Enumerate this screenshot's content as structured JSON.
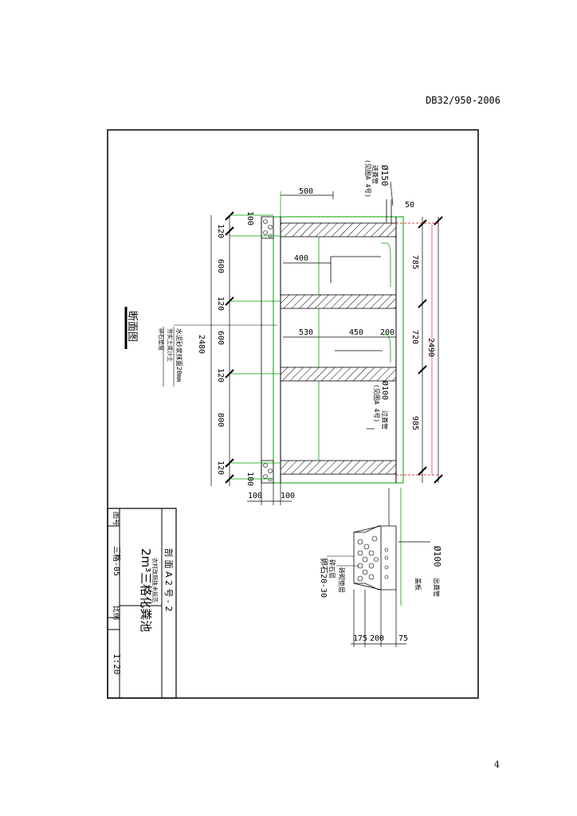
{
  "header": {
    "standard_code": "DB32/950-2006"
  },
  "footer": {
    "page_number": "4"
  },
  "drawing": {
    "section_title": "断面图",
    "title_block": {
      "sheet_no_label": "图号",
      "sheet_no": "三格-05",
      "scale_label": "比例",
      "scale": "1:20",
      "drawing_name": "2m³三格化粪池",
      "subtitle": "剖 面 A 2 号 - 2",
      "organization": "农村改厕技术规范"
    },
    "layer_notes": [
      "水泥砂浆抹面20mm",
      "夯实土或沙土",
      "碎石垫层"
    ],
    "dimensions": {
      "top_offset": "500",
      "chamber1_pipe": "400",
      "chamber2_width": "530",
      "inner_width": "450",
      "baffle": "200",
      "top_gap": "50",
      "wall_top": "120",
      "chamber_a": "600",
      "wall_mid1": "120",
      "chamber_b": "600",
      "wall_mid2": "120",
      "chamber_c": "800",
      "wall_bottom": "120",
      "side_top": "100",
      "side_bottom": "100",
      "base_left": "100",
      "base_right": "100",
      "total_inner": "2480",
      "seg_785": "785",
      "seg_720": "720",
      "seg_985": "985",
      "total_outer": "2490",
      "foot_175": "175",
      "foot_200": "200",
      "foot_75": "75"
    },
    "pipe_labels": {
      "inlet_size": "Ø150",
      "inlet_name": "进粪管",
      "inlet_ref": "(见图A 4号)",
      "middle_size": "Ø100",
      "middle_name": "过粪管",
      "middle_ref": "(见图A 4号)",
      "outlet_size": "Ø100",
      "outlet_name": "出粪管",
      "gravel_spec": "卵石20-30",
      "gravel_name": "碎石层",
      "gravel_name2": "砖砌垫层",
      "cap_label": "盖板"
    }
  }
}
